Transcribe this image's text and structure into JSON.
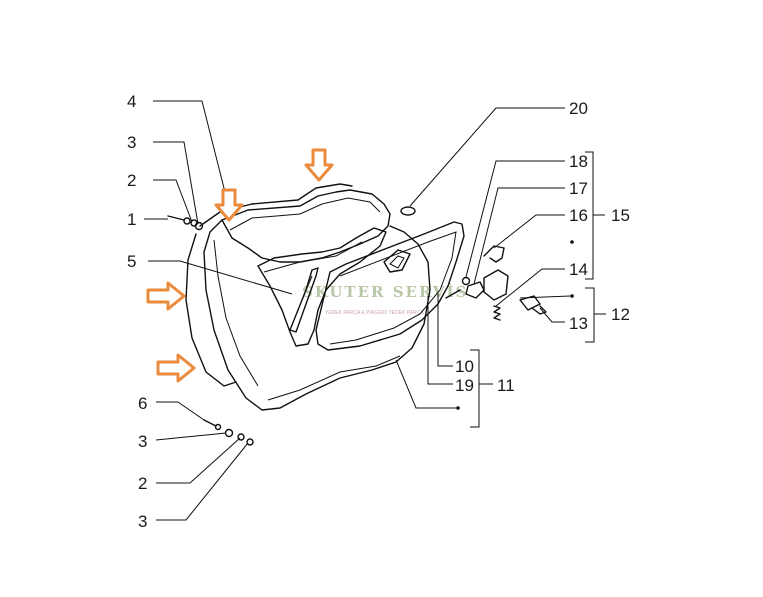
{
  "callouts": {
    "c1": "1",
    "c2_top": "2",
    "c3_top": "3",
    "c4": "4",
    "c5": "5",
    "c6": "6",
    "c3_mid": "3",
    "c2_bot": "2",
    "c3_bot": "3",
    "c20": "20",
    "c18": "18",
    "c17": "17",
    "c16": "16",
    "c15": "15",
    "c14": "14",
    "c12": "12",
    "c13": "13",
    "c10": "10",
    "c19": "19",
    "c11": "11"
  },
  "watermark": {
    "brand": "SKUTER SERVİS",
    "tagline": "YEDEK PARÇA & PIAGGIO YEDEK PARÇA"
  },
  "colors": {
    "arrow": "#ea8a3a",
    "line": "#111111",
    "watermark": "#b9c7a6"
  },
  "icons": [
    "orange-arrow-down",
    "orange-arrow-down",
    "orange-arrow-right",
    "orange-arrow-right"
  ]
}
